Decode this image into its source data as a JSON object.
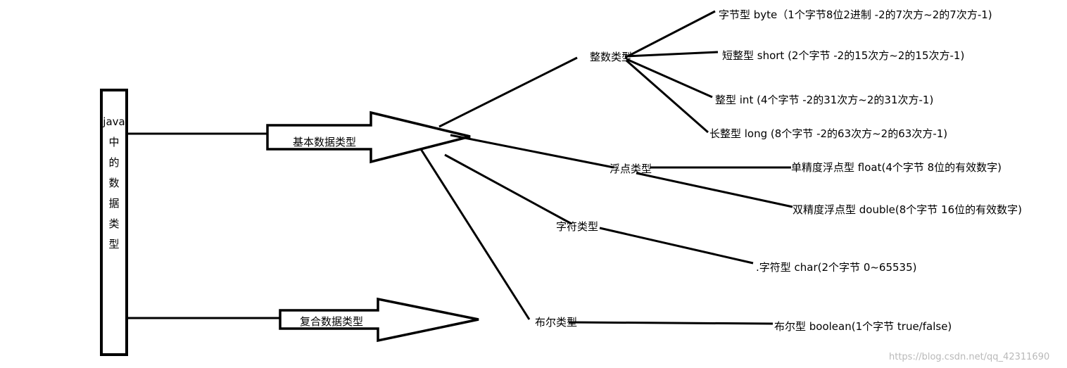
{
  "root": {
    "label": "java中的数据类型"
  },
  "basic": {
    "label": "基本数据类型",
    "integer": {
      "label": "整数类型",
      "byte": "字节型 byte（1个字节8位2进制  -2的7次方~2的7次方-1)",
      "short": "短整型 short (2个字节 -2的15次方~2的15次方-1)",
      "int": "整型 int (4个字节  -2的31次方~2的31次方-1)",
      "long": "长整型 long (8个字节  -2的63次方~2的63次方-1)"
    },
    "float_type": {
      "label": "浮点类型",
      "float": "单精度浮点型 float(4个字节   8位的有效数字)",
      "double": "双精度浮点型 double(8个字节  16位的有效数字)"
    },
    "char_type": {
      "label": "字符类型",
      "char": ".字符型 char(2个字节  0~65535)"
    },
    "bool_type": {
      "label": "布尔类型",
      "boolean": "布尔型 boolean(1个字节   true/false)"
    }
  },
  "composite": {
    "label": "复合数据类型"
  },
  "watermark": "https://blog.csdn.net/qq_42311690"
}
